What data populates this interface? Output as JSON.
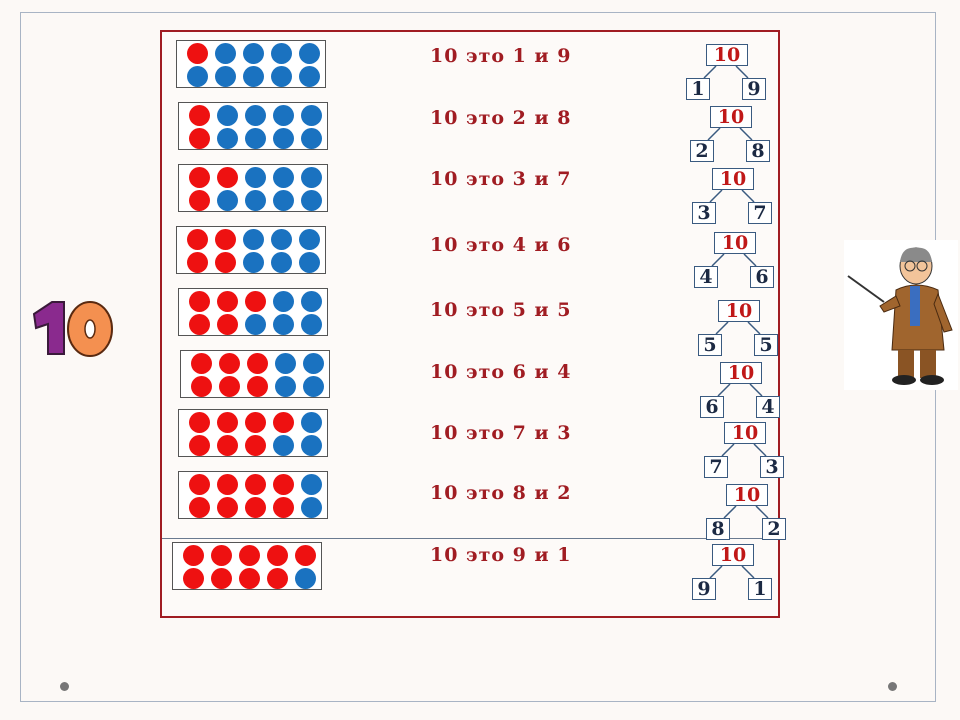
{
  "rows": [
    {
      "text": "10 это 1 и 9",
      "whole": "10",
      "a": "1",
      "b": "9",
      "red": 1
    },
    {
      "text": "10 это 2 и 8",
      "whole": "10",
      "a": "2",
      "b": "8",
      "red": 2
    },
    {
      "text": "10 это 3 и 7",
      "whole": "10",
      "a": "3",
      "b": "7",
      "red": 3
    },
    {
      "text": "10 это 4 и 6",
      "whole": "10",
      "a": "4",
      "b": "6",
      "red": 4
    },
    {
      "text": "10 это 5 и 5",
      "whole": "10",
      "a": "5",
      "b": "5",
      "red": 5
    },
    {
      "text": "10 это 6 и 4",
      "whole": "10",
      "a": "6",
      "b": "4",
      "red": 6
    },
    {
      "text": "10 это 7 и 3",
      "whole": "10",
      "a": "7",
      "b": "3",
      "red": 7
    },
    {
      "text": "10 это 8 и 2",
      "whole": "10",
      "a": "8",
      "b": "2",
      "red": 8
    },
    {
      "text": "10 это 9 и 1",
      "whole": "10",
      "a": "9",
      "b": "1",
      "red": 9
    }
  ],
  "logo_text": "10",
  "colors": {
    "red": "#ee1111",
    "blue": "#1a72c0",
    "frame": "#a01c22"
  }
}
